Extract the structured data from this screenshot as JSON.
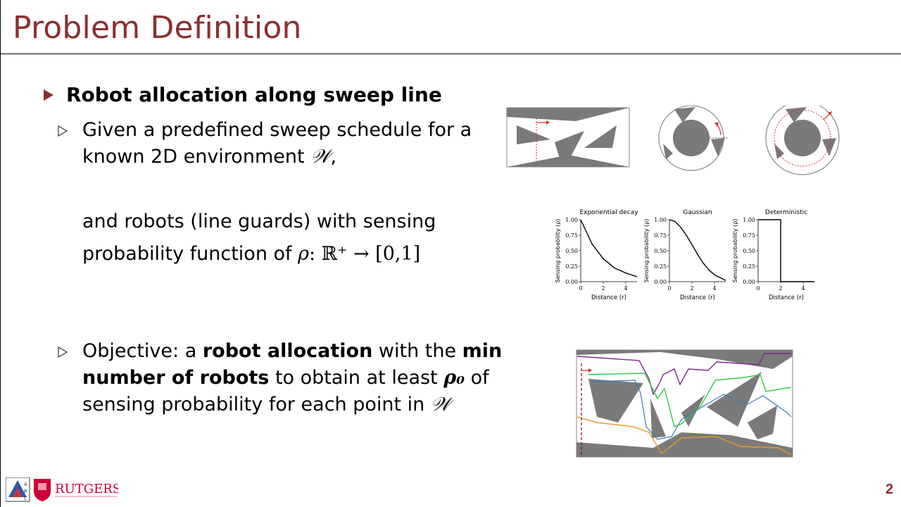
{
  "title": "Problem Definition",
  "main_bullet": "Robot allocation along sweep line",
  "sub1": {
    "line1": "Given a predefined sweep schedule for a",
    "line2_pre": "known 2D environment ",
    "line2_math": "𝒲",
    "line2_post": ","
  },
  "sub2": {
    "line1": "and robots (line guards) with sensing",
    "line2_pre": "probability function of ",
    "line2_rho": "ρ",
    "line2_math": ": ℝ⁺ → [0,1]"
  },
  "sub3": {
    "l1_pre": "Objective: a ",
    "l1_bold1": "robot allocation",
    "l1_mid": " with the ",
    "l1_bold2": "min",
    "l2_bold": "number of robots",
    "l2_mid": " to obtain at least ",
    "l2_rho": "ρ₀",
    "l2_post": " of",
    "l3_pre": "sensing probability for each point in ",
    "l3_math": "𝒲"
  },
  "plots": {
    "titles": [
      "Exponential decay",
      "Gaussian",
      "Deterministic"
    ],
    "ylabel": "Sensing probability (ρ)",
    "xlabel": "Distance (r)",
    "yticks": [
      "1.00",
      "0.75",
      "0.50",
      "0.25",
      "0.00"
    ],
    "xticks": [
      "0",
      "2",
      "4"
    ]
  },
  "chart_data": [
    {
      "type": "line",
      "title": "Exponential decay",
      "xlabel": "Distance (r)",
      "ylabel": "Sensing probability (ρ)",
      "x": [
        0,
        1,
        2,
        3,
        4,
        5
      ],
      "y": [
        1.0,
        0.61,
        0.37,
        0.22,
        0.14,
        0.08
      ],
      "xlim": [
        0,
        5
      ],
      "ylim": [
        0,
        1
      ]
    },
    {
      "type": "line",
      "title": "Gaussian",
      "xlabel": "Distance (r)",
      "ylabel": "Sensing probability (ρ)",
      "x": [
        0,
        0.5,
        1,
        1.5,
        2,
        2.5,
        3,
        3.5,
        4,
        5
      ],
      "y": [
        1.0,
        0.97,
        0.88,
        0.75,
        0.6,
        0.44,
        0.3,
        0.19,
        0.11,
        0.02
      ],
      "xlim": [
        0,
        5
      ],
      "ylim": [
        0,
        1
      ]
    },
    {
      "type": "line",
      "title": "Deterministic",
      "xlabel": "Distance (r)",
      "ylabel": "Sensing probability (ρ)",
      "x": [
        0,
        2,
        2,
        5
      ],
      "y": [
        1.0,
        1.0,
        0.0,
        0.0
      ],
      "xlim": [
        0,
        5
      ],
      "ylim": [
        0,
        1
      ]
    }
  ],
  "footer": {
    "logo_text": "RUTGERS",
    "page": "2"
  },
  "colors": {
    "accent": "#8c2f2f",
    "obstacle": "#7a7a7a"
  }
}
